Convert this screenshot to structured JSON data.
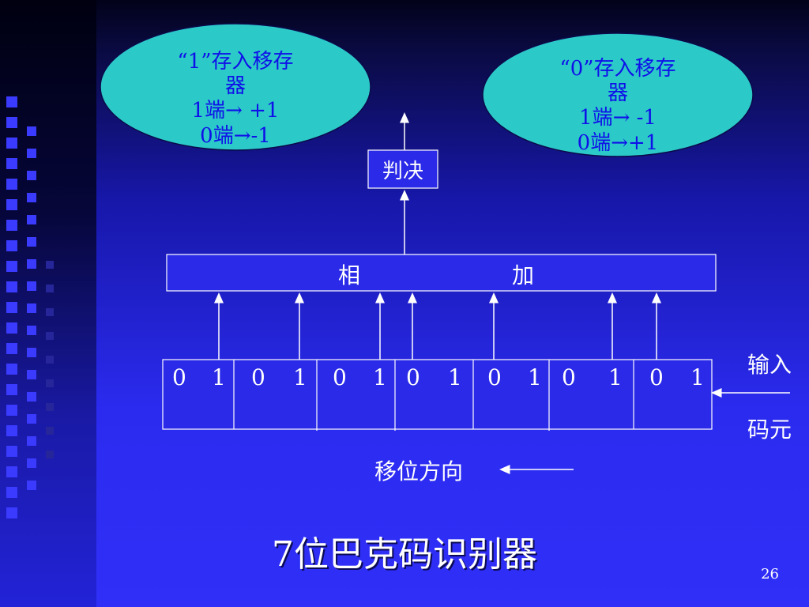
{
  "ovals": {
    "left": {
      "line1": "“1”存入移存",
      "line2": "器",
      "line3": "1端→ +1",
      "line4": "0端→-1"
    },
    "right": {
      "line1": "“0”存入移存",
      "line2": "器",
      "line3": "1端→ -1",
      "line4": "0端→+1"
    }
  },
  "decision_label": "判决",
  "adder": {
    "char1": "相",
    "char2": "加"
  },
  "register_bits": [
    "0",
    "1",
    "0",
    "1",
    "0",
    "1",
    "0",
    "1",
    "0",
    "1",
    "0",
    "1",
    "0",
    "1"
  ],
  "input_label": {
    "line1": "输入",
    "line2": "码元"
  },
  "shift_label": "移位方向",
  "title": "7位巴克码识别器",
  "page_number": "26",
  "colors": {
    "oval_fill": "#2cc9c9",
    "oval_text": "#1010e8",
    "background": "#2b2bf0",
    "square": "#3b3bff"
  }
}
